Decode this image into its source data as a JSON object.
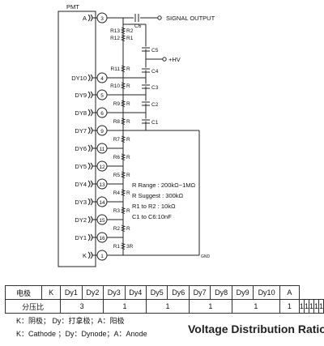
{
  "schematic": {
    "pmt_label": "PMT",
    "signal_output": "SIGNAL  OUTPUT",
    "hv_label": "+HV",
    "gnd_label": "GND",
    "pins": [
      {
        "name": "A",
        "num": "3"
      },
      {
        "name": "DY10",
        "num": "4"
      },
      {
        "name": "DY9",
        "num": "5"
      },
      {
        "name": "DY8",
        "num": "6"
      },
      {
        "name": "DY7",
        "num": "9"
      },
      {
        "name": "DY6",
        "num": "11"
      },
      {
        "name": "DY5",
        "num": "12"
      },
      {
        "name": "DY4",
        "num": "13"
      },
      {
        "name": "DY3",
        "num": "14"
      },
      {
        "name": "DY2",
        "num": "15"
      },
      {
        "name": "DY1",
        "num": "16"
      },
      {
        "name": "K",
        "num": "1"
      }
    ],
    "resistors": [
      {
        "label": "R13",
        "suffix": "R2"
      },
      {
        "label": "R12",
        "suffix": "R1"
      },
      {
        "label": "R11",
        "suffix": "R"
      },
      {
        "label": "R10",
        "suffix": "R"
      },
      {
        "label": "R9",
        "suffix": "R"
      },
      {
        "label": "R8",
        "suffix": "R"
      },
      {
        "label": "R7",
        "suffix": "R"
      },
      {
        "label": "R6",
        "suffix": "R"
      },
      {
        "label": "R5",
        "suffix": "R"
      },
      {
        "label": "R4",
        "suffix": "R"
      },
      {
        "label": "R3",
        "suffix": "R"
      },
      {
        "label": "R2",
        "suffix": "R"
      },
      {
        "label": "R1",
        "suffix": "3R"
      }
    ],
    "capacitors": [
      "C6",
      "C5",
      "C4",
      "C3",
      "C2",
      "C1"
    ],
    "notes": [
      "R Range : 200kΩ~1MΩ",
      "R Suggest : 300kΩ",
      "R1  to  R2 : 10kΩ",
      "C1  to  C6:10nF"
    ]
  },
  "table": {
    "header": [
      "电极",
      "K",
      "Dy1",
      "Dy2",
      "Dy3",
      "Dy4",
      "Dy5",
      "Dy6",
      "Dy7",
      "Dy8",
      "Dy9",
      "Dy10",
      "A"
    ],
    "row_label": "分压比",
    "ratios": [
      "3",
      "1",
      "1",
      "1",
      "1",
      "1",
      "1",
      "1",
      "1",
      "1",
      "1"
    ]
  },
  "legend": {
    "cn": "K：阴极；  Dy：打拿极；A：阳极",
    "en": "K：Cathode  ；Dy：Dynode；A：Anode"
  },
  "table_title": "Voltage Distribution Ratio"
}
